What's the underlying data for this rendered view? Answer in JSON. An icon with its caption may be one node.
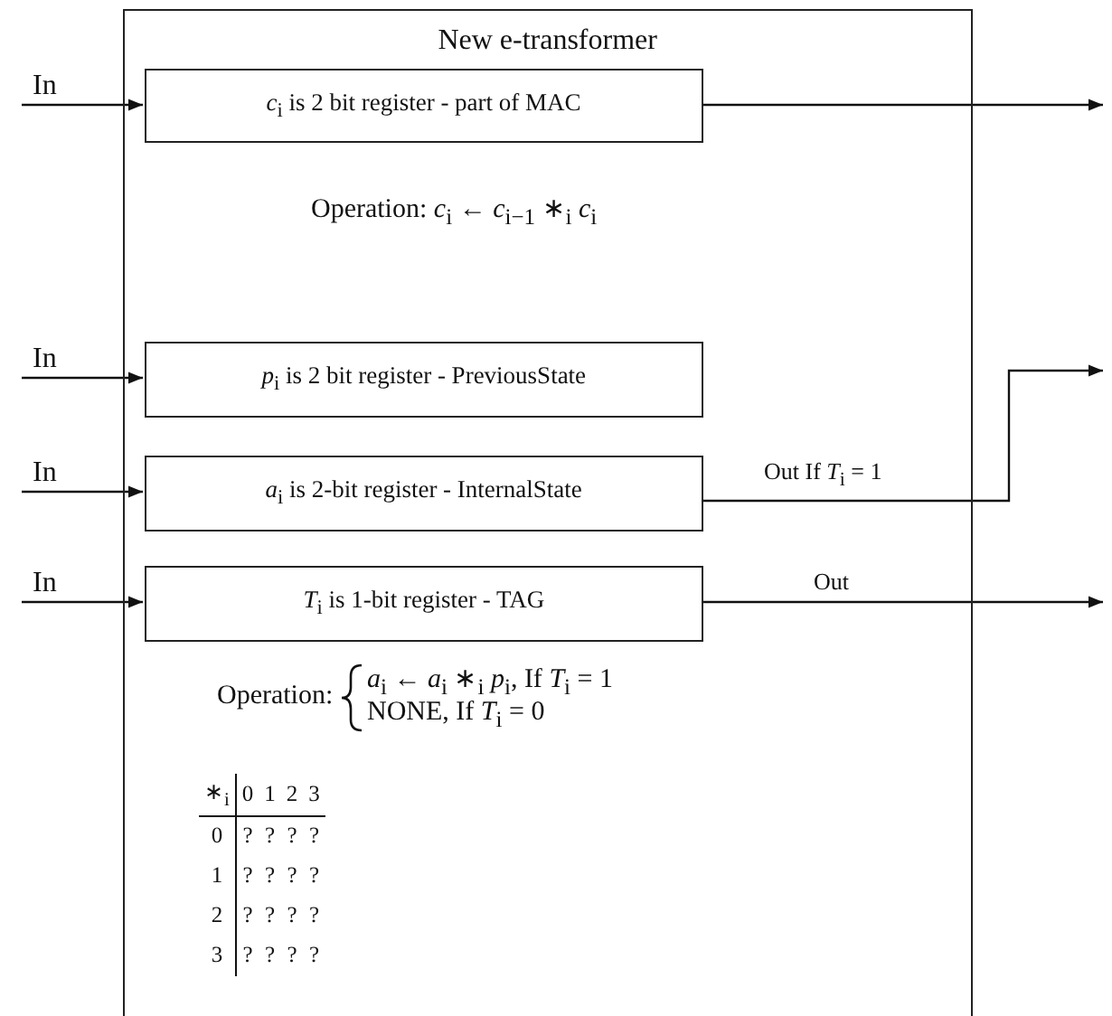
{
  "diagram": {
    "nodes": [
      {
        "text": [
          "New e-transformer"
        ]
      },
      {
        "text": [
          "*c*$_{i}$ is 2 bit register - part of MAC"
        ],
        "in": 0
      },
      {
        "text": [
          "*p*$_{i}$ is 2 bit register - PreviousState"
        ],
        "in": 0
      },
      {
        "text": [
          "*a*$_{i}$ is 2-bit register - InternalState"
        ],
        "in": 0
      },
      {
        "text": [
          "*T*$_{i}$ is 1-bit register - TAG"
        ],
        "in": 0
      }
    ],
    "edges": [
      {
        "from": null,
        "to": 1,
        "arrow": "to",
        "label": "In"
      },
      {
        "from": 1,
        "to": null,
        "arrow": "to"
      },
      {
        "from": null,
        "to": 2,
        "arrow": "to",
        "label": "In"
      },
      {
        "from": null,
        "to": 3,
        "arrow": "to",
        "label": "In"
      },
      {
        "from": 3,
        "to": null,
        "arrow": "to",
        "label": "Out If *T*$_{i}$ = 1"
      },
      {
        "from": null,
        "to": 4,
        "arrow": "to",
        "label": "In"
      },
      {
        "from": 4,
        "to": null,
        "arrow": "to",
        "label": "Out"
      }
    ],
    "labels": [
      "Operation: *c*$_{i}$ ← *c*$_{i−1}$ ∗$_{i}$ *c*$_{i}$",
      "Operation:",
      "*a*$_{i}$ ← *a*$_{i}$ ∗$_{i}$ *p*$_{i}$, If *T*$_{i}$ = 1",
      "NONE, If *T*$_{i}$ = 0",
      "∗$_{i}$",
      "0",
      "1",
      "2",
      "3",
      "0",
      "?",
      "?",
      "?",
      "?",
      "1",
      "?",
      "?",
      "?",
      "?",
      "2",
      "?",
      "?",
      "?",
      "?",
      "3",
      "?",
      "?",
      "?",
      "?"
    ]
  }
}
